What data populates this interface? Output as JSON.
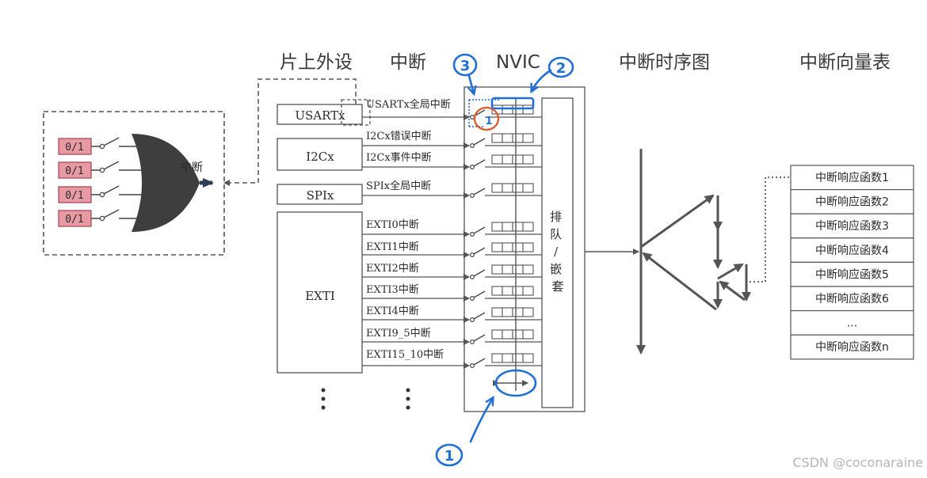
{
  "headers": {
    "peripheral": "片上外设",
    "interrupt": "中断",
    "nvic": "NVIC",
    "timing": "中断时序图",
    "vector_table": "中断向量表"
  },
  "gate": {
    "inputs": [
      "0/1",
      "0/1",
      "0/1",
      "0/1"
    ],
    "output_label": "中断"
  },
  "peripherals": {
    "usart": "USARTx",
    "i2c": "I2Cx",
    "spi": "SPIx",
    "exti": "EXTI"
  },
  "lines": [
    "USARTx全局中断",
    "I2Cx错误中断",
    "I2Cx事件中断",
    "SPIx全局中断",
    "EXTI0中断",
    "EXTI1中断",
    "EXTI2中断",
    "EXTI3中断",
    "EXTI4中断",
    "EXTI9_5中断",
    "EXTI15_10中断"
  ],
  "queue_label": "排\n队\n/\n嵌\n套",
  "vector_table": [
    "中断响应函数1",
    "中断响应函数2",
    "中断响应函数3",
    "中断响应函数4",
    "中断响应函数5",
    "中断响应函数6",
    "...",
    "中断响应函数n"
  ],
  "annotations": [
    "1",
    "2",
    "3",
    "1"
  ],
  "watermark": "CSDN @coconaraine",
  "colors": {
    "switch_fill": "#e79aa4",
    "switch_stroke": "#a84b58",
    "gate_fill": "#3e3e3e",
    "annotation_blue": "#1f6fd6",
    "annotation_orange": "#e2582d",
    "line": "#555555"
  }
}
